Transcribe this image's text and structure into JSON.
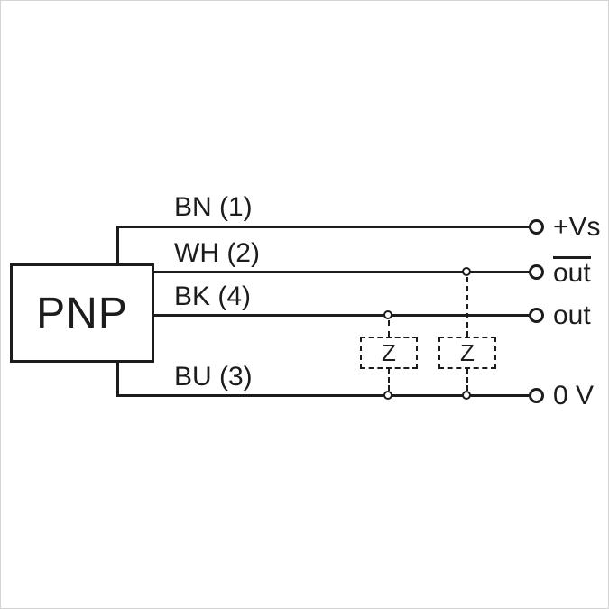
{
  "diagram": {
    "device": {
      "label": "PNP"
    },
    "wires": [
      {
        "label": "BN (1)",
        "terminal": "+Vs"
      },
      {
        "label": "WH (2)",
        "terminal": "out",
        "inverted": true
      },
      {
        "label": "BK (4)",
        "terminal": "out"
      },
      {
        "label": "BU (3)",
        "terminal": "0 V"
      }
    ],
    "loads": [
      {
        "label": "Z"
      },
      {
        "label": "Z"
      }
    ],
    "colors": {
      "line": "#1c1c1c",
      "background": "#ffffff"
    }
  }
}
